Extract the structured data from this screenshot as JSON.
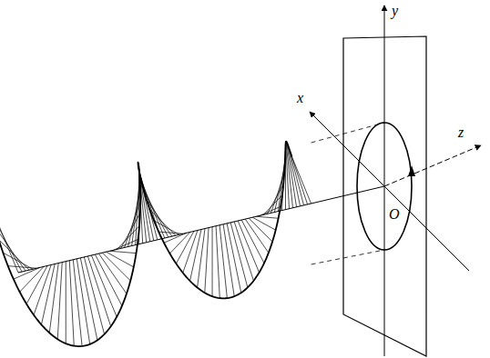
{
  "diagram": {
    "labels": [
      "x",
      "y",
      "z",
      "O"
    ]
  }
}
